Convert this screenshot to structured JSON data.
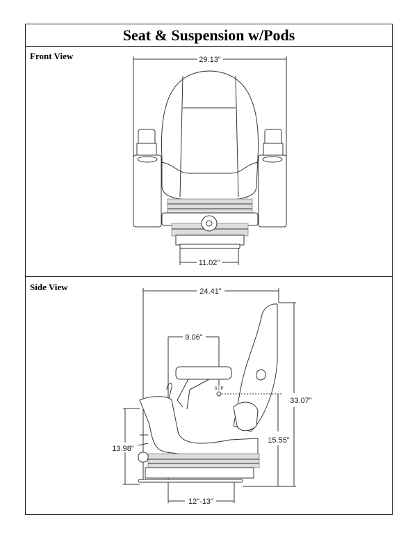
{
  "title": "Seat & Suspension w/Pods",
  "front_view": {
    "label": "Front View",
    "dimensions": {
      "overall_width": "29.13\"",
      "base_width": "11.02\""
    }
  },
  "side_view": {
    "label": "Side View",
    "dimensions": {
      "overall_depth": "24.41\"",
      "sip_offset": "9.06\"",
      "overall_height": "33.07\"",
      "sip_height": "15.55\"",
      "front_height": "13.98\"",
      "slide_travel": "12\"-13\""
    },
    "sip_label": "S.I.P"
  }
}
